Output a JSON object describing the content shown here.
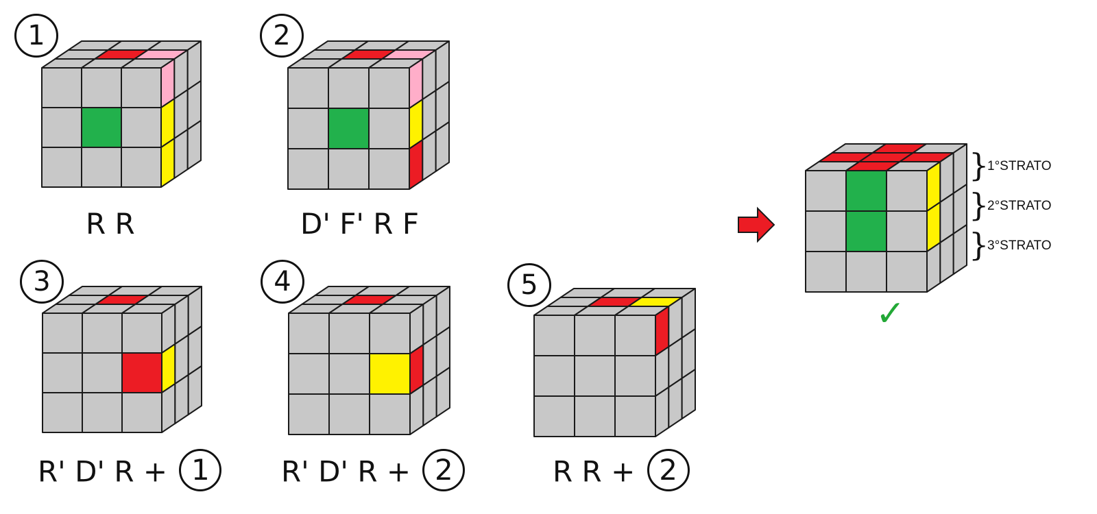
{
  "colors": {
    "gray": "#c8c8c8",
    "red": "#ec1c24",
    "pink": "#ffaec9",
    "yellow": "#fff200",
    "green": "#22b14c",
    "stroke": "#1a1a1a",
    "arrow": "#ec1c24",
    "check": "#22a836"
  },
  "steps": [
    {
      "badge": "1",
      "algorithm": "R R",
      "ref": null,
      "front": [
        "gray",
        "gray",
        "gray",
        "gray",
        "green",
        "gray",
        "gray",
        "gray",
        "gray"
      ],
      "top": [
        "gray",
        "gray",
        "gray",
        "gray",
        "red",
        "pink",
        "gray",
        "gray",
        "gray"
      ],
      "right": [
        "pink",
        "gray",
        "gray",
        "yellow",
        "gray",
        "gray",
        "yellow",
        "gray",
        "gray"
      ]
    },
    {
      "badge": "2",
      "algorithm": "D' F' R F",
      "ref": null,
      "front": [
        "gray",
        "gray",
        "gray",
        "gray",
        "green",
        "gray",
        "gray",
        "gray",
        "gray"
      ],
      "top": [
        "gray",
        "gray",
        "gray",
        "gray",
        "red",
        "pink",
        "gray",
        "gray",
        "gray"
      ],
      "right": [
        "pink",
        "gray",
        "gray",
        "yellow",
        "gray",
        "gray",
        "red",
        "gray",
        "gray"
      ]
    },
    {
      "badge": "3",
      "algorithm": "R' D' R +",
      "ref": "1",
      "front": [
        "gray",
        "gray",
        "gray",
        "gray",
        "gray",
        "red",
        "gray",
        "gray",
        "gray"
      ],
      "top": [
        "gray",
        "gray",
        "gray",
        "gray",
        "red",
        "gray",
        "gray",
        "gray",
        "gray"
      ],
      "right": [
        "gray",
        "gray",
        "gray",
        "yellow",
        "gray",
        "gray",
        "gray",
        "gray",
        "gray"
      ]
    },
    {
      "badge": "4",
      "algorithm": "R' D' R +",
      "ref": "2",
      "front": [
        "gray",
        "gray",
        "gray",
        "gray",
        "gray",
        "yellow",
        "gray",
        "gray",
        "gray"
      ],
      "top": [
        "gray",
        "gray",
        "gray",
        "gray",
        "red",
        "gray",
        "gray",
        "gray",
        "gray"
      ],
      "right": [
        "gray",
        "gray",
        "gray",
        "red",
        "gray",
        "gray",
        "gray",
        "gray",
        "gray"
      ]
    },
    {
      "badge": "5",
      "algorithm": "R R +",
      "ref": "2",
      "front": [
        "gray",
        "gray",
        "gray",
        "gray",
        "gray",
        "gray",
        "gray",
        "gray",
        "gray"
      ],
      "top": [
        "gray",
        "gray",
        "gray",
        "gray",
        "red",
        "yellow",
        "gray",
        "gray",
        "gray"
      ],
      "right": [
        "red",
        "gray",
        "gray",
        "gray",
        "gray",
        "gray",
        "gray",
        "gray",
        "gray"
      ]
    }
  ],
  "result": {
    "front": [
      "gray",
      "green",
      "gray",
      "gray",
      "green",
      "gray",
      "gray",
      "gray",
      "gray"
    ],
    "top": [
      "gray",
      "red",
      "gray",
      "red",
      "red",
      "red",
      "gray",
      "red",
      "gray"
    ],
    "right": [
      "yellow",
      "gray",
      "gray",
      "yellow",
      "gray",
      "gray",
      "gray",
      "gray",
      "gray"
    ],
    "layers": [
      "1°STRATO",
      "2°STRATO",
      "3°STRATO"
    ],
    "arrow_icon": "right-arrow-icon",
    "check_icon": "checkmark-icon",
    "check_symbol": "✓"
  }
}
